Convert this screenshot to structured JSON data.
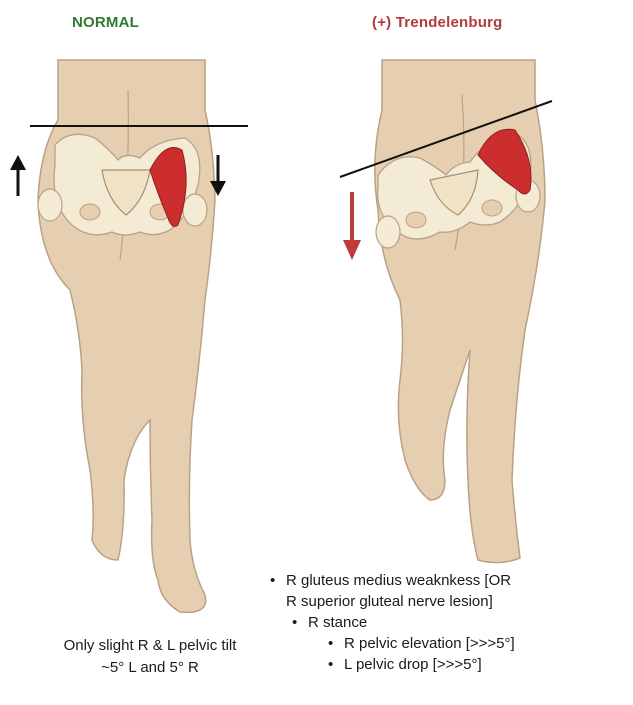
{
  "titles": {
    "normal": "NORMAL",
    "trendelenburg": "(+) Trendelenburg"
  },
  "normal_caption": {
    "line1": "Only slight R & L pelvic tilt",
    "line2": "~5° L and 5° R"
  },
  "trendelenburg_notes": {
    "item1_line1": "R gluteus medius weaknkess [OR",
    "item1_line2": "R superior gluteal nerve lesion]",
    "item2": "R stance",
    "item3": "R pelvic elevation [>>>5°]",
    "item4": "L pelvic drop [>>>5°]"
  },
  "colors": {
    "title_normal": "#2f7a2f",
    "title_trendelenburg": "#b23a3a",
    "skin": "#e6cfb1",
    "skin_outline": "#b9a185",
    "bone": "#f4ebd4",
    "muscle": "#cc2e2e",
    "arrow_red": "#c23b3b",
    "arrow_black": "#111111"
  }
}
